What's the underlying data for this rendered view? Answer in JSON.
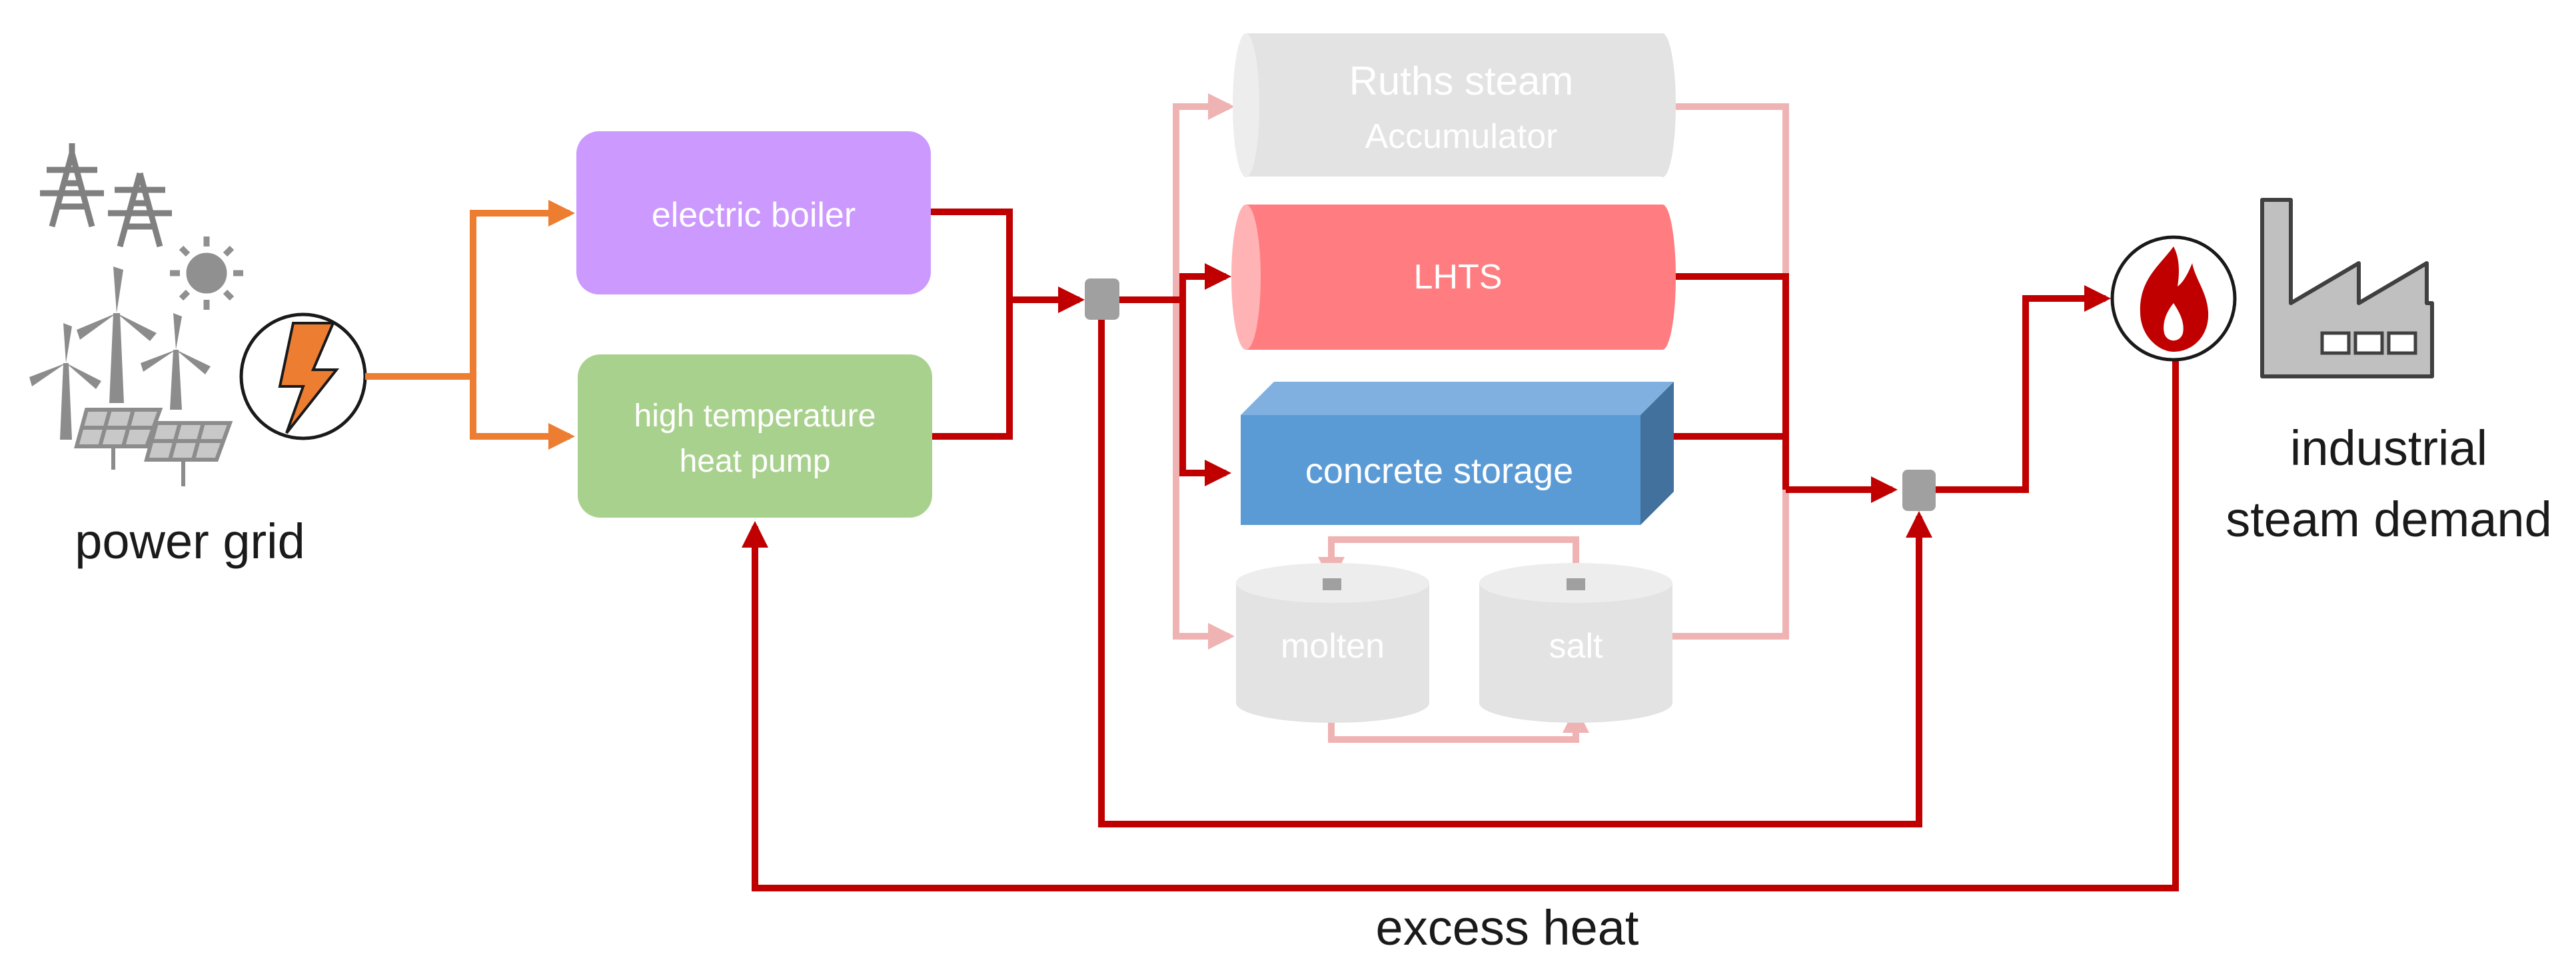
{
  "labels": {
    "power_grid": "power grid",
    "electric_boiler": "electric boiler",
    "heat_pump_line1": "high temperature",
    "heat_pump_line2": "heat pump",
    "ruths_line1": "Ruths steam",
    "ruths_line2": "Accumulator",
    "lhts": "LHTS",
    "concrete_storage": "concrete storage",
    "molten": "molten",
    "salt": "salt",
    "demand_line1": "industrial",
    "demand_line2": "steam demand",
    "excess_heat": "excess heat"
  },
  "colors": {
    "grid_flow": "#ED7D31",
    "heat_flow": "#C00000",
    "inactive_flow": "#F0B3B3",
    "electric_boiler": "#CC99FF",
    "heat_pump": "#A9D18E",
    "lhts": "#FF7C80",
    "concrete_storage": "#5B9BD5",
    "inactive_storage": "#E3E3E3",
    "junction": "#A0A0A0"
  },
  "icons": [
    "power-pylon-icon",
    "sun-icon",
    "wind-turbine-icon",
    "solar-panel-icon",
    "lightning-bolt-icon",
    "flame-icon",
    "factory-icon"
  ]
}
